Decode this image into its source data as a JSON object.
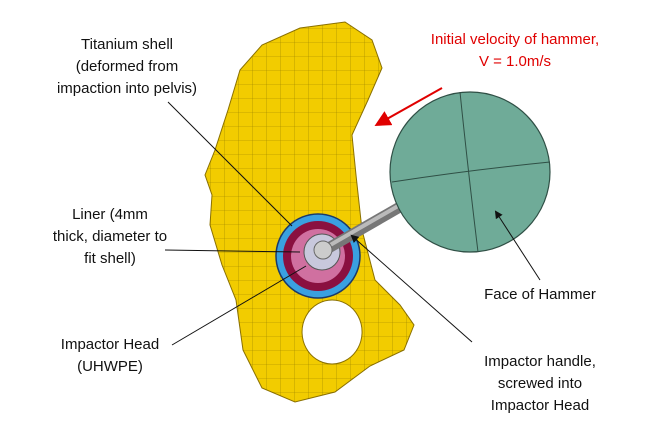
{
  "labels": {
    "titanium_shell": [
      "Titanium shell",
      "(deformed from",
      "impaction into pelvis)"
    ],
    "velocity": [
      "Initial velocity of hammer,",
      "V = 1.0m/s"
    ],
    "liner": [
      "Liner (4mm",
      "thick, diameter to",
      "fit shell)"
    ],
    "face_of_hammer": [
      "Face of Hammer"
    ],
    "impactor_head": [
      "Impactor Head",
      "(UHWPE)"
    ],
    "impactor_handle": [
      "Impactor handle,",
      "screwed into",
      "Impactor Head"
    ]
  },
  "colors": {
    "pelvis": "#f2cc00",
    "shell": "#3aa0e0",
    "liner": "#8a1040",
    "head": "#c8c8dc",
    "hammer": "#6fab98",
    "arrow": "#e00000"
  }
}
